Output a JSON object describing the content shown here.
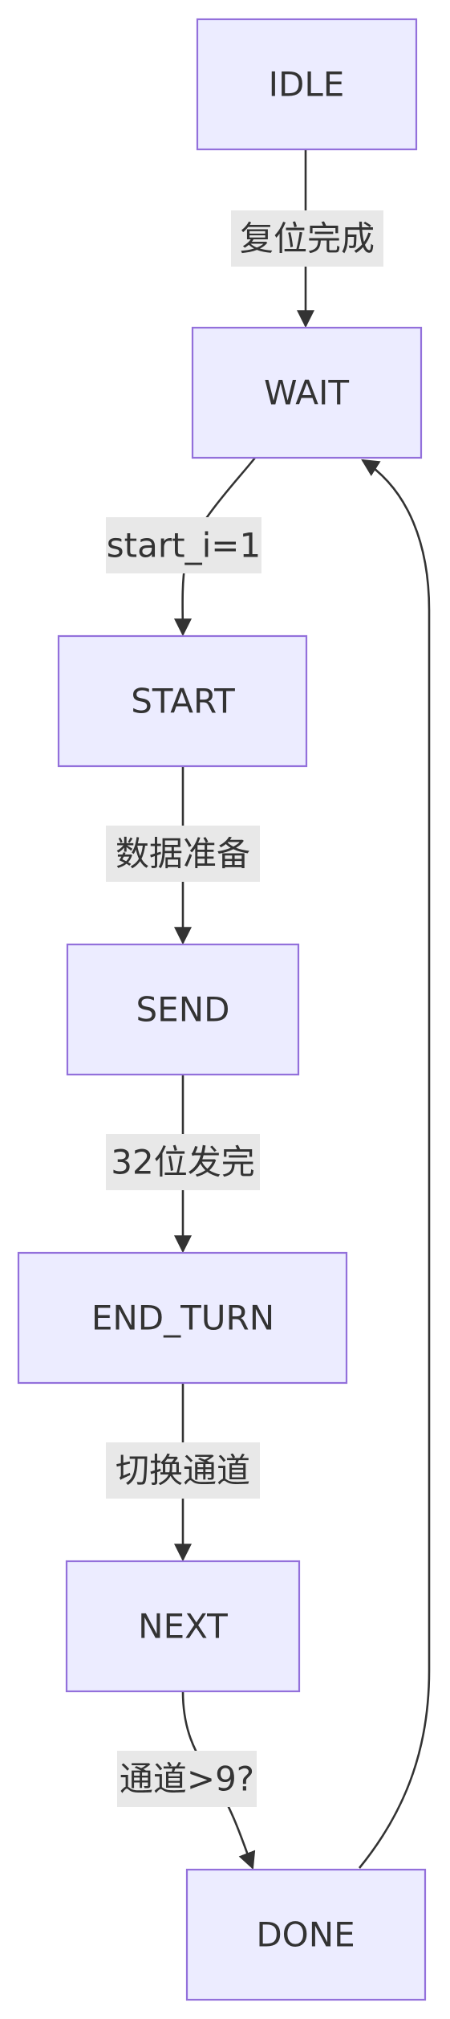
{
  "diagram": {
    "type": "state-flowchart",
    "colors": {
      "node_fill": "#ECECFF",
      "node_stroke": "#9370DB",
      "edge": "#333333",
      "label_bg": "#E8E8E8",
      "text": "#333333"
    },
    "nodes": {
      "idle": "IDLE",
      "wait": "WAIT",
      "start": "START",
      "send": "SEND",
      "end_turn": "END_TURN",
      "next": "NEXT",
      "done": "DONE"
    },
    "edges": [
      {
        "from": "IDLE",
        "to": "WAIT",
        "label": "复位完成"
      },
      {
        "from": "WAIT",
        "to": "START",
        "label": "start_i=1"
      },
      {
        "from": "START",
        "to": "SEND",
        "label": "数据准备"
      },
      {
        "from": "SEND",
        "to": "END_TURN",
        "label": "32位发完"
      },
      {
        "from": "END_TURN",
        "to": "NEXT",
        "label": "切换通道"
      },
      {
        "from": "NEXT",
        "to": "DONE",
        "label": "通道>9?"
      },
      {
        "from": "DONE",
        "to": "WAIT",
        "label": ""
      }
    ]
  }
}
